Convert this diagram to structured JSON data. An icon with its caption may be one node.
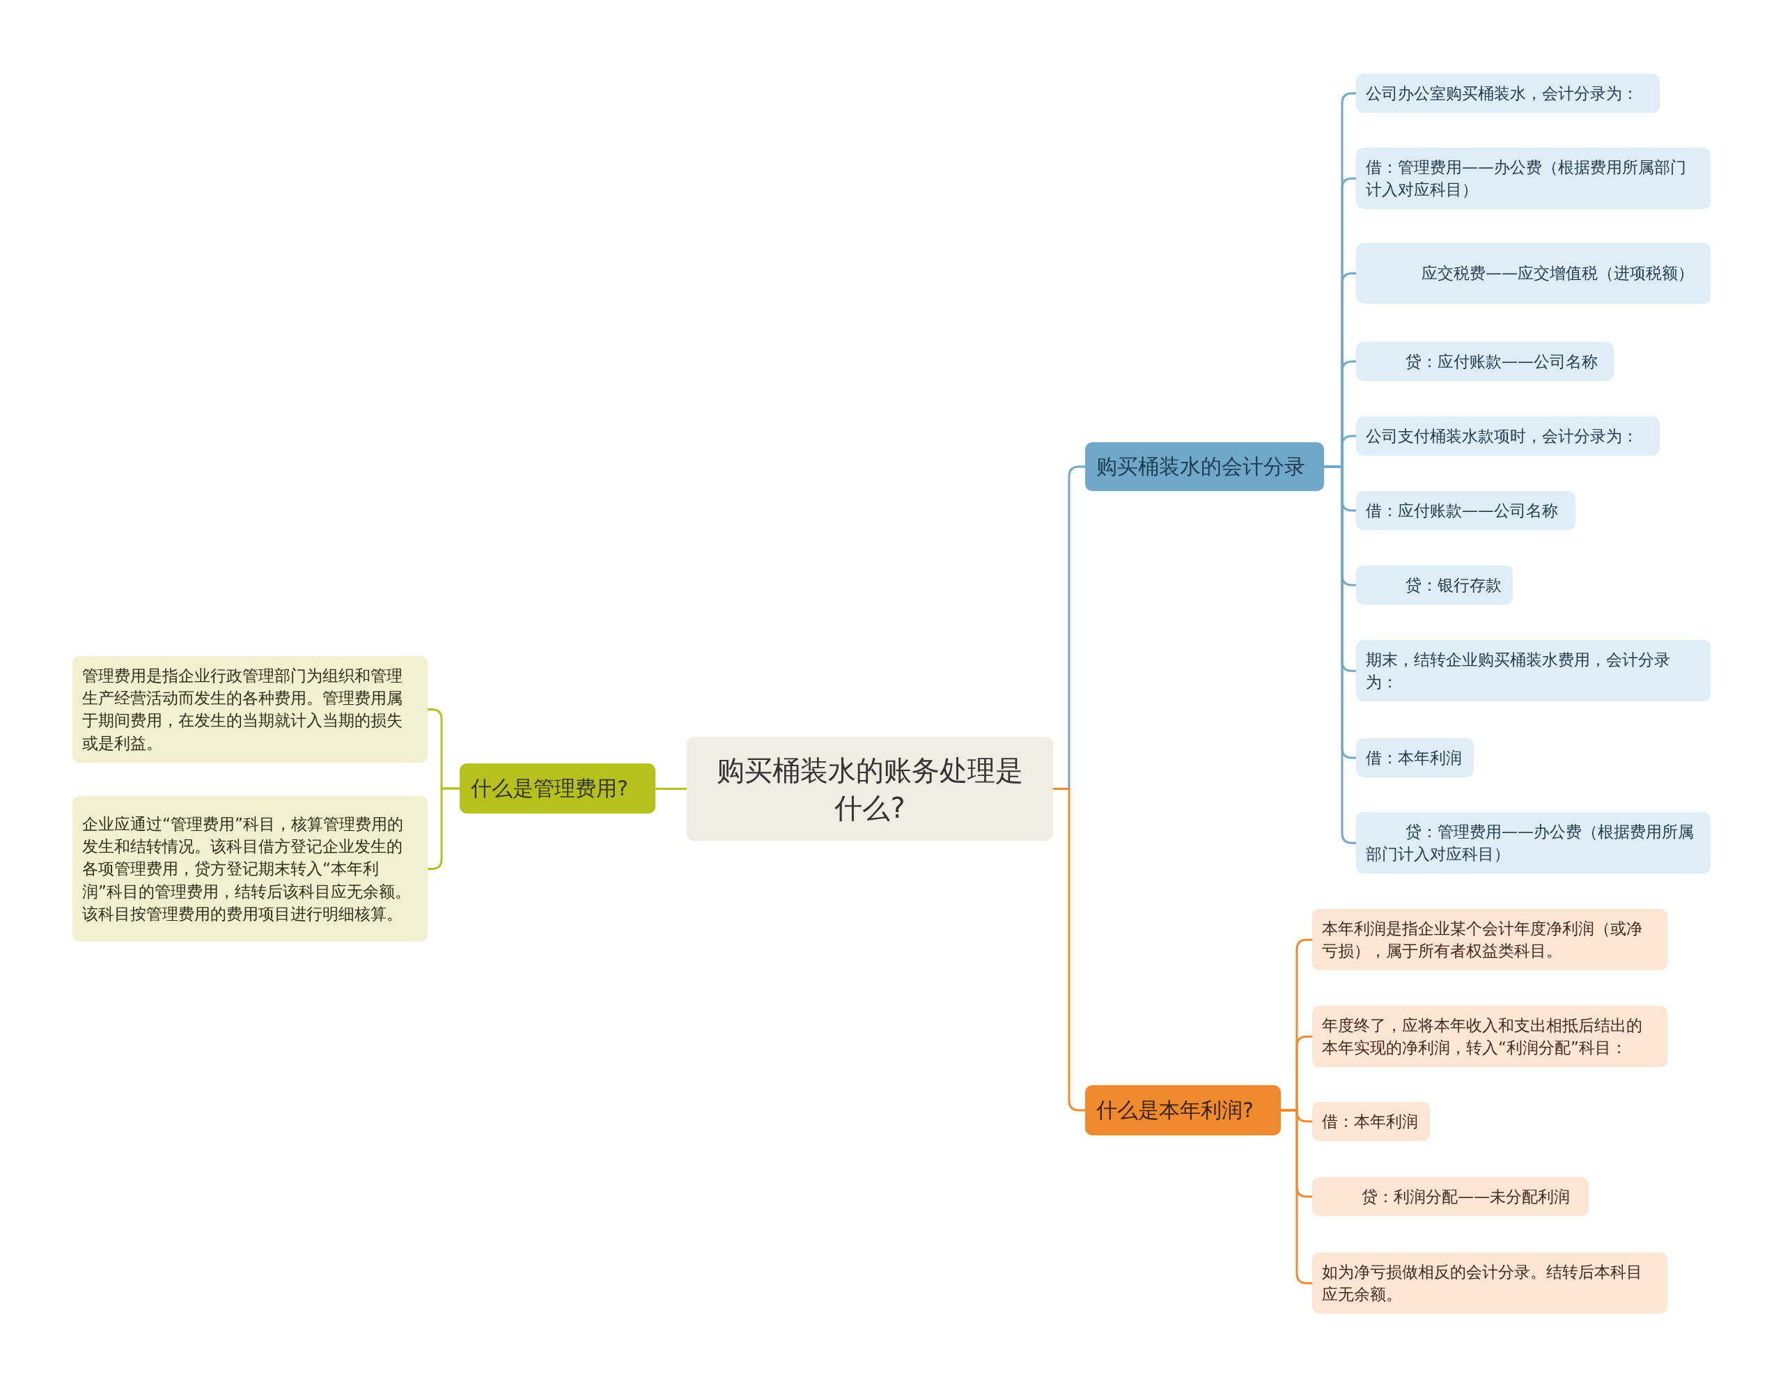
{
  "diagram": {
    "nodes": [
      {
        "text": [
          "购买桶装水的账务处理是什么?"
        ]
      },
      {
        "text": [
          "购买桶装水的会计分录"
        ]
      },
      {
        "text": [
          "公司办公室购买桶装水，会计分录为："
        ]
      },
      {
        "text": [
          "借：管理费用——办公费（根据费用所属部门计入对应科目）"
        ]
      },
      {
        "text": [
          "应交税费——应交增值税（进项税额）"
        ]
      },
      {
        "text": [
          "贷：应付账款——公司名称"
        ]
      },
      {
        "text": [
          "公司支付桶装水款项时，会计分录为："
        ]
      },
      {
        "text": [
          "借：应付账款——公司名称"
        ]
      },
      {
        "text": [
          "贷：银行存款"
        ]
      },
      {
        "text": [
          "期末，结转企业购买桶装水费用，会计分录为："
        ]
      },
      {
        "text": [
          "借：本年利润"
        ]
      },
      {
        "text": [
          "贷：管理费用——办公费（根据费用所属部门计入对应科目）"
        ]
      },
      {
        "text": [
          "什么是本年利润?"
        ]
      },
      {
        "text": [
          "本年利润是指企业某个会计年度净利润（或净亏损），属于所有者权益类科目。"
        ]
      },
      {
        "text": [
          "年度终了，应将本年收入和支出相抵后结出的本年实现的净利润，转入“利润分配”科目："
        ]
      },
      {
        "text": [
          "借：本年利润"
        ]
      },
      {
        "text": [
          "贷：利润分配——未分配利润"
        ]
      },
      {
        "text": [
          "如为净亏损做相反的会计分录。结转后本科目应无余额。"
        ]
      },
      {
        "text": [
          "什么是管理费用?"
        ]
      },
      {
        "text": [
          "管理费用是指企业行政管理部门为组织和管理生产经营活动而发生的各种费用。管理费用属于期间费用，在发生的当期就计入当期的损失或是利益。"
        ]
      },
      {
        "text": [
          "企业应通过“管理费用”科目，核算管理费用的发生和结转情况。该科目借方登记企业发生的各项管理费用，贷方登记期末转入“本年利润”科目的管理费用，结转后该科目应无余额。该科目按管理费用的费用项目进行明细核算。"
        ]
      }
    ],
    "edges": [
      {
        "from": 0,
        "to": 1,
        "arrow": "none"
      },
      {
        "from": 1,
        "to": 2,
        "arrow": "none"
      },
      {
        "from": 1,
        "to": 3,
        "arrow": "none"
      },
      {
        "from": 1,
        "to": 4,
        "arrow": "none"
      },
      {
        "from": 1,
        "to": 5,
        "arrow": "none"
      },
      {
        "from": 1,
        "to": 6,
        "arrow": "none"
      },
      {
        "from": 1,
        "to": 7,
        "arrow": "none"
      },
      {
        "from": 1,
        "to": 8,
        "arrow": "none"
      },
      {
        "from": 1,
        "to": 9,
        "arrow": "none"
      },
      {
        "from": 1,
        "to": 10,
        "arrow": "none"
      },
      {
        "from": 1,
        "to": 11,
        "arrow": "none"
      },
      {
        "from": 0,
        "to": 12,
        "arrow": "none",
        "color": "#ef8a2e"
      },
      {
        "from": 12,
        "to": 13,
        "arrow": "none",
        "color": "#ef8a2e"
      },
      {
        "from": 12,
        "to": 14,
        "arrow": "none",
        "color": "#ef8a2e"
      },
      {
        "from": 12,
        "to": 15,
        "arrow": "none",
        "color": "#ef8a2e"
      },
      {
        "from": 12,
        "to": 16,
        "arrow": "none",
        "color": "#ef8a2e"
      },
      {
        "from": 12,
        "to": 17,
        "arrow": "none",
        "color": "#ef8a2e"
      },
      {
        "from": 0,
        "to": 18,
        "arrow": "none",
        "color": "#b7c11d"
      },
      {
        "from": 18,
        "to": 19,
        "arrow": "none",
        "color": "#b7c11d"
      },
      {
        "from": 18,
        "to": 20,
        "arrow": "none",
        "color": "#b7c11d"
      }
    ]
  }
}
